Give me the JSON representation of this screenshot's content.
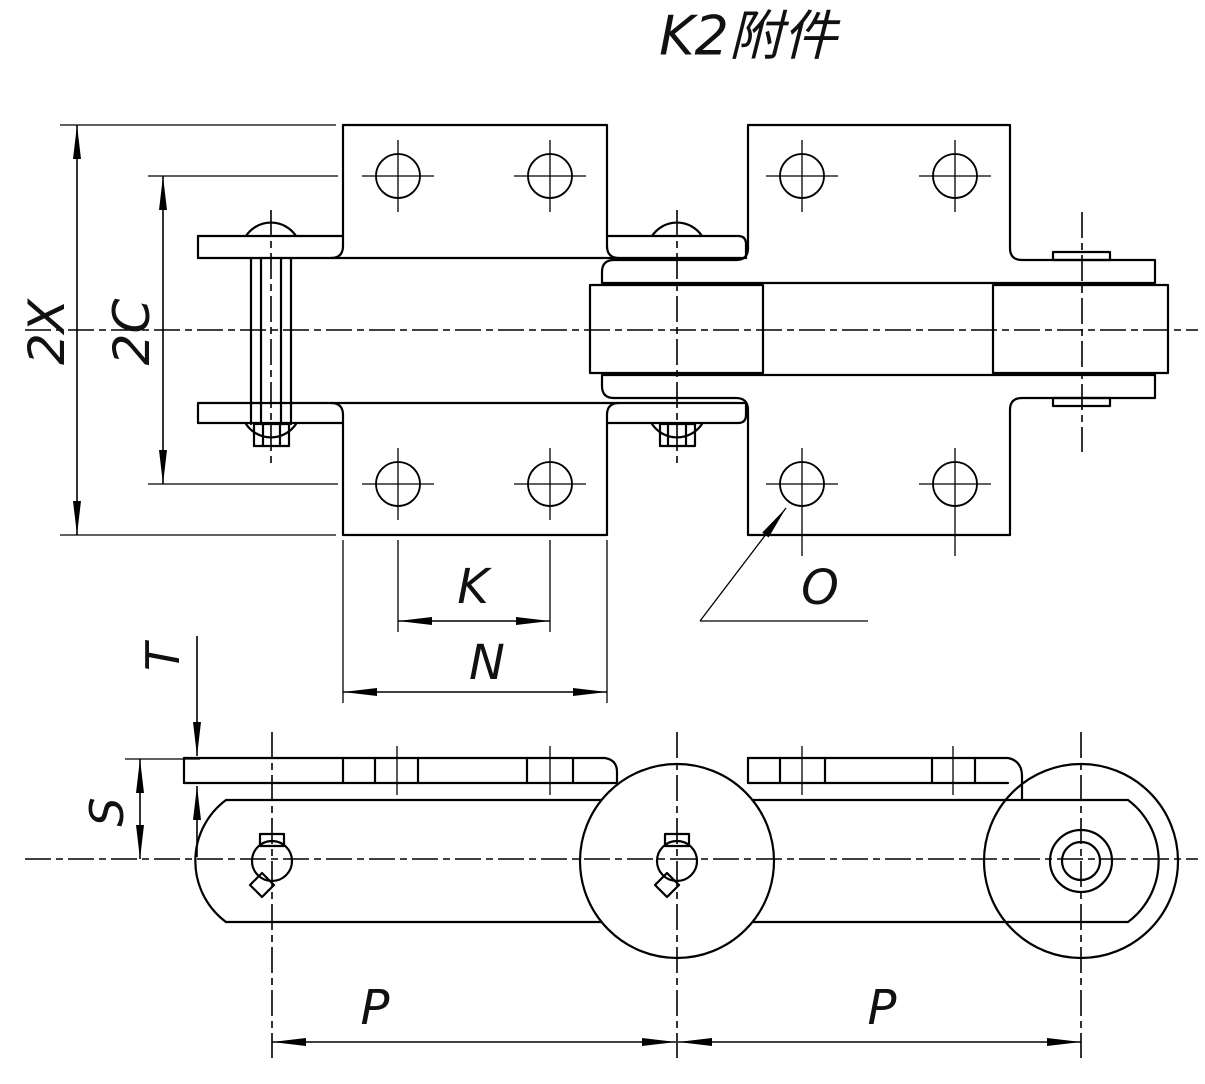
{
  "title": "K2附件",
  "labels": {
    "overall_attachment_width": "2X",
    "hole_row_spacing": "2C",
    "hole_pitch": "K",
    "attachment_plate_length": "N",
    "plate_thickness": "T",
    "platform_height": "S",
    "attachment_hole": "O",
    "chain_pitch_left": "P",
    "chain_pitch_right": "P"
  },
  "colors": {
    "line": "#000000",
    "background": "#ffffff"
  }
}
